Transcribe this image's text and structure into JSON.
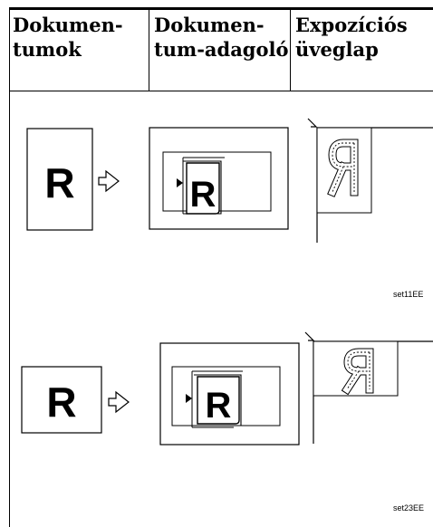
{
  "table": {
    "headers": [
      {
        "line1": "Dokumen-",
        "line2": "tumok"
      },
      {
        "line1": "Dokumen-",
        "line2": "tum-adagoló"
      },
      {
        "line1": "Expozíciós",
        "line2": "üveglap"
      }
    ]
  },
  "figures": [
    {
      "glyph": "R",
      "code": "set11EE"
    },
    {
      "glyph": "R",
      "code": "set23EE"
    }
  ]
}
